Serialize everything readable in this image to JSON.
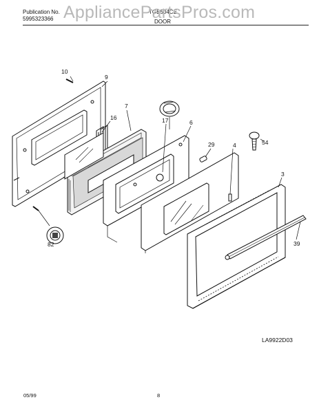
{
  "header": {
    "publication_label": "Publication No.",
    "publication_number": "5995323366",
    "model": "TGB504CE",
    "section": "DOOR"
  },
  "watermark": "AppliancePartsPros.com",
  "callouts": {
    "c10": "10",
    "c9": "9",
    "c7": "7",
    "c16": "16",
    "c17": "17",
    "c6": "6",
    "c29": "29",
    "c4": "4",
    "c54": "54",
    "c3": "3",
    "c39": "39",
    "c82": "82"
  },
  "figure_id": "LA9922D03",
  "footer": {
    "date": "05/99",
    "page": "8"
  }
}
